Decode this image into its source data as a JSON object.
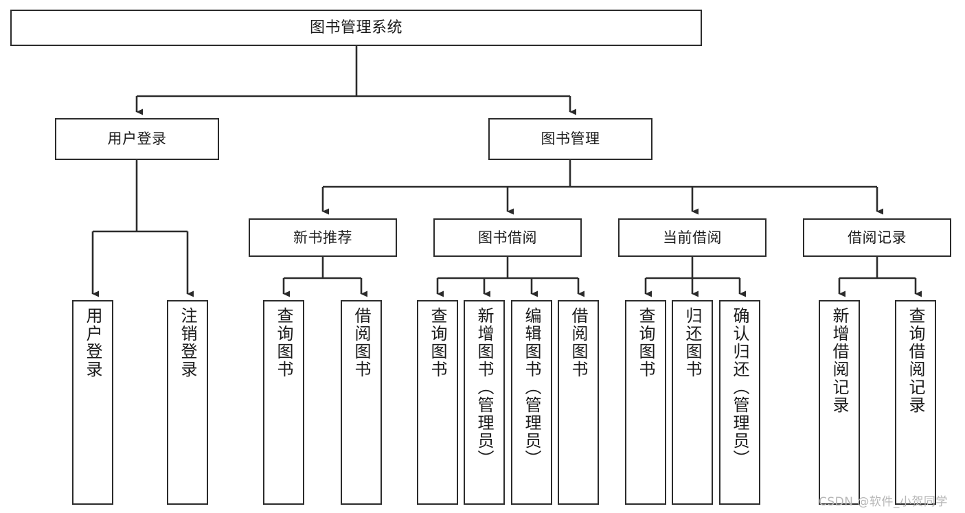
{
  "diagram": {
    "type": "tree",
    "title": "图书管理系统",
    "orientation": "top-down",
    "colors": {
      "box_border": "#2b2b2b",
      "box_fill": "#ffffff",
      "edge": "#2b2b2b",
      "text": "#1b1b1b",
      "watermark": "#b6b6b6",
      "background": "#ffffff"
    },
    "root": {
      "id": "root",
      "label": "图书管理系统",
      "text_direction": "horizontal"
    },
    "level2": [
      {
        "id": "user-login",
        "label": "用户登录",
        "text_direction": "horizontal"
      },
      {
        "id": "book-manage",
        "label": "图书管理",
        "text_direction": "horizontal"
      }
    ],
    "level3": [
      {
        "id": "new-book-recommend",
        "label": "新书推荐",
        "text_direction": "horizontal",
        "parent": "book-manage"
      },
      {
        "id": "book-borrow",
        "label": "图书借阅",
        "text_direction": "horizontal",
        "parent": "book-manage"
      },
      {
        "id": "current-borrow",
        "label": "当前借阅",
        "text_direction": "horizontal",
        "parent": "book-manage"
      },
      {
        "id": "borrow-record",
        "label": "借阅记录",
        "text_direction": "horizontal",
        "parent": "book-manage"
      }
    ],
    "leaves": [
      {
        "id": "leaf-user-login",
        "label": "用户登录",
        "text_direction": "vertical",
        "parent": "user-login"
      },
      {
        "id": "leaf-logout-login",
        "label": "注销登录",
        "text_direction": "vertical",
        "parent": "user-login"
      },
      {
        "id": "leaf-query-book-1",
        "label": "查询图书",
        "text_direction": "vertical",
        "parent": "new-book-recommend"
      },
      {
        "id": "leaf-borrow-book-1",
        "label": "借阅图书",
        "text_direction": "vertical",
        "parent": "new-book-recommend"
      },
      {
        "id": "leaf-query-book-2",
        "label": "查询图书",
        "text_direction": "vertical",
        "parent": "book-borrow"
      },
      {
        "id": "leaf-add-book",
        "label": "新增图书（管理员）",
        "text_direction": "vertical",
        "parent": "book-borrow"
      },
      {
        "id": "leaf-edit-book",
        "label": "编辑图书（管理员）",
        "text_direction": "vertical",
        "parent": "book-borrow"
      },
      {
        "id": "leaf-borrow-book-2",
        "label": "借阅图书",
        "text_direction": "vertical",
        "parent": "book-borrow"
      },
      {
        "id": "leaf-query-book-3",
        "label": "查询图书",
        "text_direction": "vertical",
        "parent": "current-borrow"
      },
      {
        "id": "leaf-return-book",
        "label": "归还图书",
        "text_direction": "vertical",
        "parent": "current-borrow"
      },
      {
        "id": "leaf-confirm-return",
        "label": "确认归还（管理员）",
        "text_direction": "vertical",
        "parent": "current-borrow"
      },
      {
        "id": "leaf-add-record",
        "label": "新增借阅记录",
        "text_direction": "vertical",
        "parent": "borrow-record"
      },
      {
        "id": "leaf-query-record",
        "label": "查询借阅记录",
        "text_direction": "vertical",
        "parent": "borrow-record"
      }
    ],
    "watermark": "CSDN @软件_小贺同学"
  }
}
